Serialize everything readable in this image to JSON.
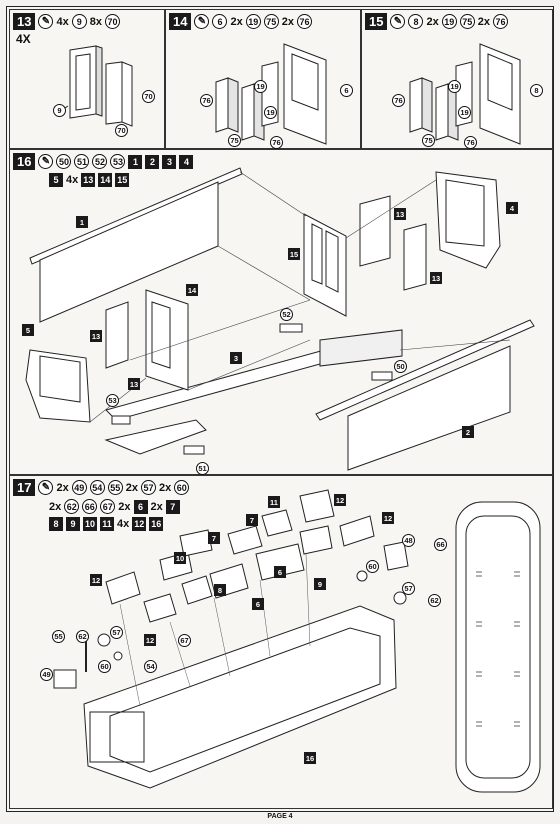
{
  "steps": {
    "s13": {
      "num": "13",
      "glue": "✎",
      "items": [
        {
          "qty": "4x",
          "part": "9",
          "kind": "circ"
        },
        {
          "qty": "8x",
          "part": "70",
          "kind": "circ"
        }
      ],
      "sub": "4X",
      "labels": [
        "9",
        "70",
        "70"
      ]
    },
    "s14": {
      "num": "14",
      "glue": "✎",
      "items": [
        {
          "qty": "",
          "part": "6",
          "kind": "circ"
        },
        {
          "qty": "2x",
          "part": "19",
          "kind": "circ"
        },
        {
          "qty": "",
          "part": "75",
          "kind": "circ"
        },
        {
          "qty": "2x",
          "part": "76",
          "kind": "circ"
        }
      ],
      "labels": [
        "76",
        "19",
        "19",
        "6",
        "75",
        "76"
      ]
    },
    "s15": {
      "num": "15",
      "glue": "✎",
      "items": [
        {
          "qty": "",
          "part": "8",
          "kind": "circ"
        },
        {
          "qty": "2x",
          "part": "19",
          "kind": "circ"
        },
        {
          "qty": "",
          "part": "75",
          "kind": "circ"
        },
        {
          "qty": "2x",
          "part": "76",
          "kind": "circ"
        }
      ],
      "labels": [
        "76",
        "19",
        "19",
        "8",
        "75",
        "76"
      ]
    },
    "s16": {
      "num": "16",
      "glue": "✎",
      "circ_parts": [
        "50",
        "51",
        "52",
        "53"
      ],
      "sq_parts": [
        "1",
        "2",
        "3",
        "4"
      ],
      "row2": [
        {
          "qty": "",
          "part": "5"
        },
        {
          "qty": "4x",
          "part": "13"
        },
        {
          "qty": "",
          "part": "14"
        },
        {
          "qty": "",
          "part": "15"
        }
      ],
      "labels_sq": [
        "1",
        "13",
        "15",
        "4",
        "13",
        "14",
        "5",
        "13",
        "3",
        "13",
        "2"
      ],
      "labels_circ": [
        "52",
        "50",
        "53",
        "51"
      ]
    },
    "s17": {
      "num": "17",
      "glue": "✎",
      "row1": [
        {
          "qty": "2x",
          "part": "49",
          "kind": "circ"
        },
        {
          "qty": "",
          "part": "54",
          "kind": "circ"
        },
        {
          "qty": "",
          "part": "55",
          "kind": "circ"
        },
        {
          "qty": "2x",
          "part": "57",
          "kind": "circ"
        },
        {
          "qty": "2x",
          "part": "60",
          "kind": "circ"
        }
      ],
      "row2": [
        {
          "qty": "2x",
          "part": "62",
          "kind": "circ"
        },
        {
          "qty": "",
          "part": "66",
          "kind": "circ"
        },
        {
          "qty": "",
          "part": "67",
          "kind": "circ"
        },
        {
          "qty": "2x",
          "part": "6",
          "kind": "sq"
        },
        {
          "qty": "2x",
          "part": "7",
          "kind": "sq"
        }
      ],
      "row3": [
        {
          "qty": "",
          "part": "8",
          "kind": "sq"
        },
        {
          "qty": "",
          "part": "9",
          "kind": "sq"
        },
        {
          "qty": "",
          "part": "10",
          "kind": "sq"
        },
        {
          "qty": "",
          "part": "11",
          "kind": "sq"
        },
        {
          "qty": "4x",
          "part": "12",
          "kind": "sq"
        },
        {
          "qty": "",
          "part": "16",
          "kind": "sq"
        }
      ],
      "labels_sq": [
        "11",
        "12",
        "7",
        "7",
        "12",
        "10",
        "12",
        "8",
        "6",
        "9",
        "6",
        "12",
        "16"
      ],
      "labels_circ": [
        "48",
        "66",
        "60",
        "57",
        "62",
        "55",
        "62",
        "57",
        "67",
        "49",
        "60",
        "54"
      ]
    }
  },
  "footer": "PAGE 4"
}
